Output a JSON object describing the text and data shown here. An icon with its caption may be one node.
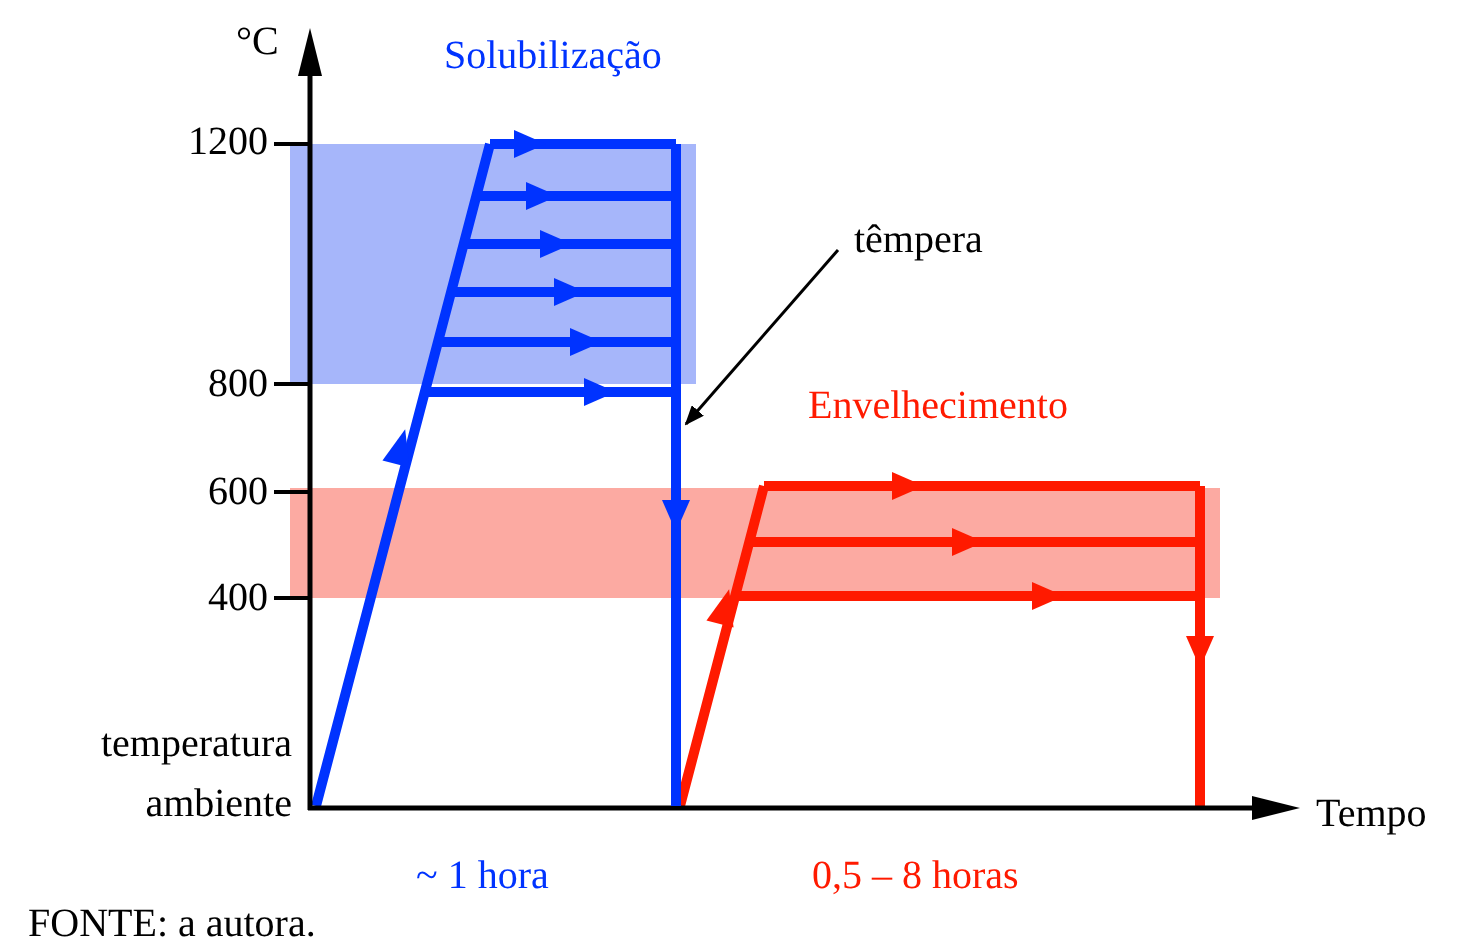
{
  "diagram": {
    "caption": "FONTE: a autora.",
    "nodes": [
      {
        "text": [
          "têmpera"
        ]
      },
      {
        "text": [],
        "shape": "line"
      }
    ],
    "edges": [
      {
        "from": 0,
        "to": 1,
        "arrow": "to"
      }
    ],
    "labels": [
      "°C",
      "Solubilização",
      "1200",
      "800",
      "Envelhecimento",
      "600",
      "400",
      "temperatura ambiente",
      "Tempo",
      "~ 1 hora",
      "0,5 – 8 horas"
    ]
  }
}
